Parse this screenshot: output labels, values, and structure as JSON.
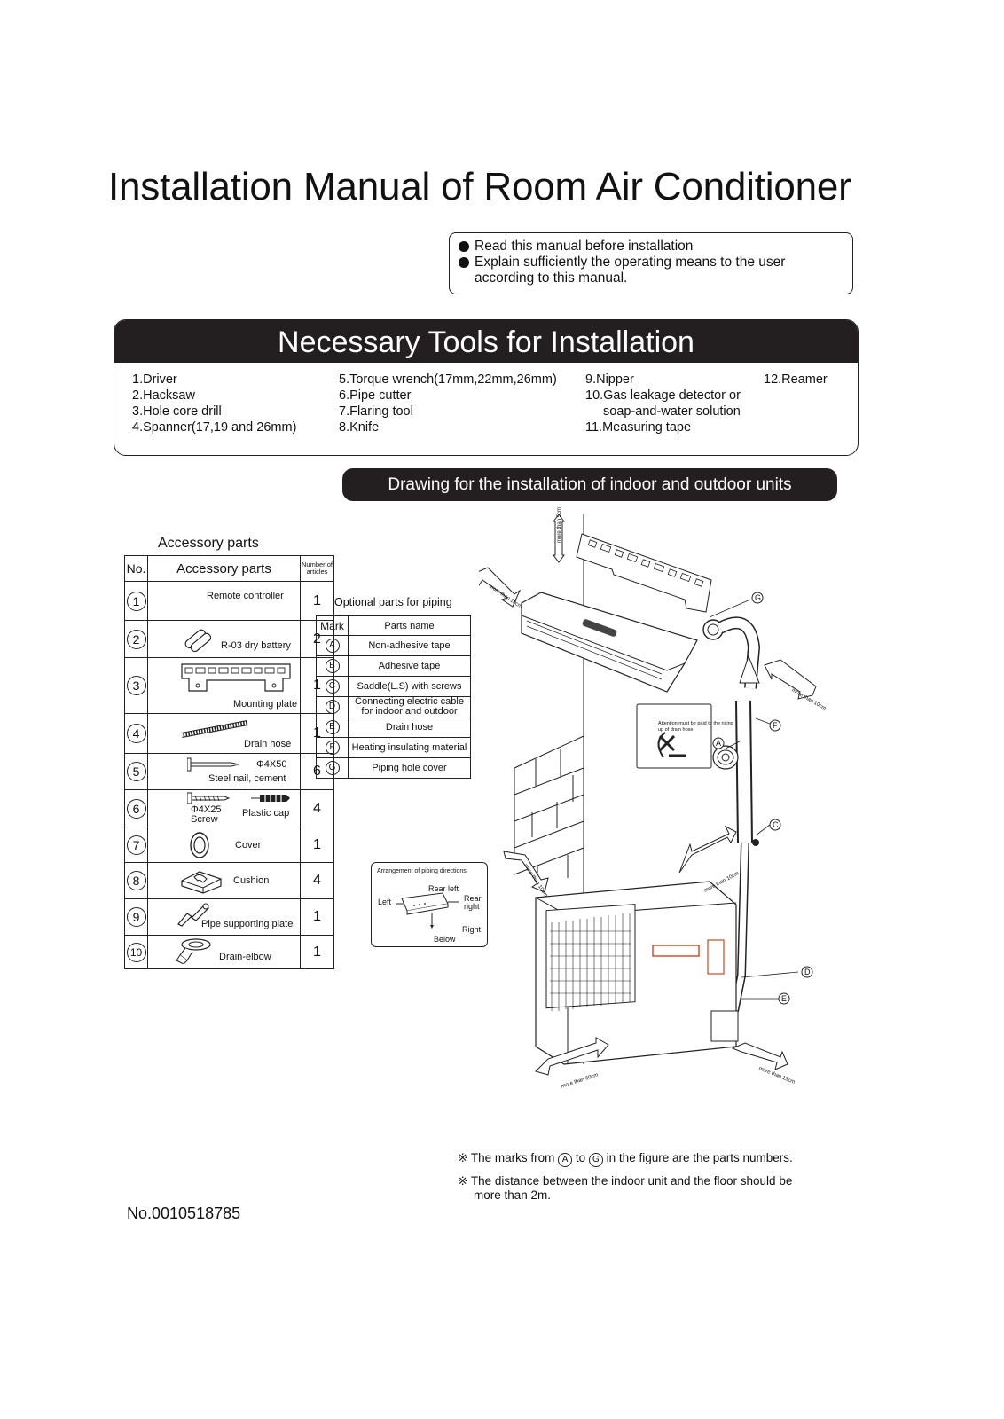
{
  "title": "Installation Manual of Room Air Conditioner",
  "notice": {
    "items": [
      "Read this manual before installation",
      "Explain sufficiently the operating means to the user"
    ],
    "continuation": "according to this manual."
  },
  "tools": {
    "heading": "Necessary Tools for Installation",
    "col1": [
      "1.Driver",
      "2.Hacksaw",
      "3.Hole core drill",
      "4.Spanner(17,19 and 26mm)"
    ],
    "col2": [
      "5.Torque wrench(17mm,22mm,26mm)",
      "6.Pipe cutter",
      "7.Flaring tool",
      "8.Knife"
    ],
    "col3": [
      "9.Nipper",
      "10.Gas leakage detector or",
      "soap-and-water solution",
      "11.Measuring tape"
    ],
    "col4": [
      "12.Reamer"
    ]
  },
  "drawing_banner": "Drawing for the installation of indoor and outdoor units",
  "accessory": {
    "title": "Accessory parts",
    "header": {
      "no": "No.",
      "parts": "Accessory parts",
      "count": "Number of articles"
    },
    "rows": [
      {
        "no": "1",
        "name": "Remote controller",
        "count": "1",
        "icon": "remote-icon"
      },
      {
        "no": "2",
        "name": "R-03 dry battery",
        "count": "2",
        "icon": "battery-icon"
      },
      {
        "no": "3",
        "name": "Mounting plate",
        "count": "1",
        "icon": "mounting-plate-icon"
      },
      {
        "no": "4",
        "name": "Drain hose",
        "count": "1",
        "icon": "drain-hose-icon"
      },
      {
        "no": "5",
        "name": "Steel nail, cement",
        "sub": "Φ4X50",
        "count": "6",
        "icon": "nail-icon"
      },
      {
        "no": "6",
        "name": "Plastic cap",
        "sub": "Φ4X25",
        "sub2": "Screw",
        "count": "4",
        "icon": "screw-icon"
      },
      {
        "no": "7",
        "name": "Cover",
        "count": "1",
        "icon": "cover-icon"
      },
      {
        "no": "8",
        "name": "Cushion",
        "count": "4",
        "icon": "cushion-icon"
      },
      {
        "no": "9",
        "name": "Pipe supporting plate",
        "count": "1",
        "icon": "pipe-plate-icon"
      },
      {
        "no": "10",
        "name": "Drain-elbow",
        "count": "1",
        "icon": "drain-elbow-icon"
      }
    ]
  },
  "optional": {
    "title": "Optional parts for piping",
    "header": {
      "mark": "Mark",
      "name": "Parts name"
    },
    "rows": [
      {
        "mark": "A",
        "name": "Non-adhesive tape"
      },
      {
        "mark": "B",
        "name": "Adhesive tape"
      },
      {
        "mark": "C",
        "name": "Saddle(L.S) with screws"
      },
      {
        "mark": "D",
        "name": "Connecting electric cable",
        "name2": "for indoor and outdoor"
      },
      {
        "mark": "E",
        "name": "Drain hose"
      },
      {
        "mark": "F",
        "name": "Heating insulating material"
      },
      {
        "mark": "G",
        "name": "Piping hole cover"
      }
    ]
  },
  "piping_directions": {
    "title": "Arrangement of piping directions",
    "rear_left": "Rear left",
    "left": "Left",
    "rear_right": "Rear right",
    "right": "Right",
    "below": "Below"
  },
  "diagram": {
    "more_5cm": "more than 5cm",
    "more_10cm": "more than 10cm",
    "more_60cm": "more than 60cm",
    "more_15cm": "more than 15cm",
    "attention": "Attention must be paid to the rising up of drain hose",
    "marks": [
      "G",
      "F",
      "A",
      "C",
      "D",
      "E"
    ]
  },
  "notes": {
    "n1_pre": "The marks from",
    "n1_a": "A",
    "n1_to": "to",
    "n1_g": "G",
    "n1_post": "in the figure are the parts numbers.",
    "n2_line1": "The distance between the indoor unit and the floor should be",
    "n2_line2": "more than 2m.",
    "sym": "※"
  },
  "doc_no": "No.0010518785"
}
